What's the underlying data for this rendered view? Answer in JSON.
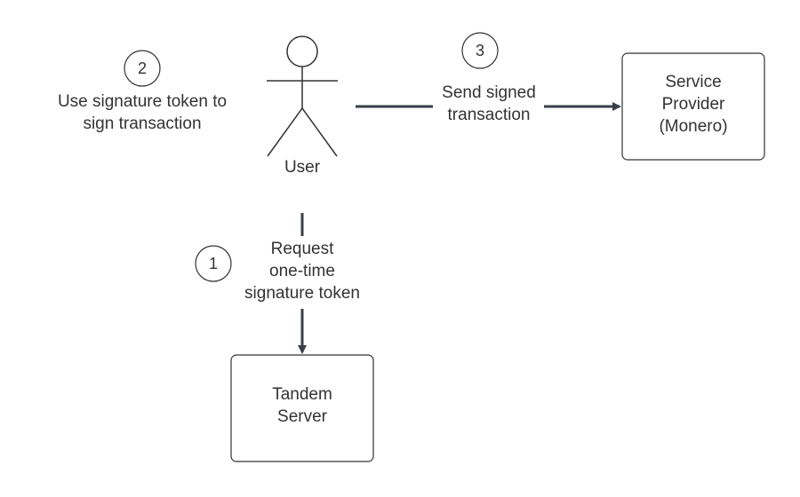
{
  "actor": {
    "label": "User"
  },
  "nodes": {
    "service_provider": {
      "line1": "Service",
      "line2": "Provider",
      "line3": "(Monero)"
    },
    "tandem_server": {
      "line1": "Tandem",
      "line2": "Server"
    }
  },
  "steps": [
    {
      "number": "1",
      "lines": [
        "Request",
        "one-time",
        "signature token"
      ]
    },
    {
      "number": "2",
      "lines": [
        "Use signature token to",
        "sign transaction"
      ]
    },
    {
      "number": "3",
      "lines": [
        "Send signed",
        "transaction"
      ]
    }
  ],
  "colors": {
    "stroke": "#333333",
    "arrow": "#3a3f47",
    "text": "#333333",
    "background": "#ffffff"
  }
}
